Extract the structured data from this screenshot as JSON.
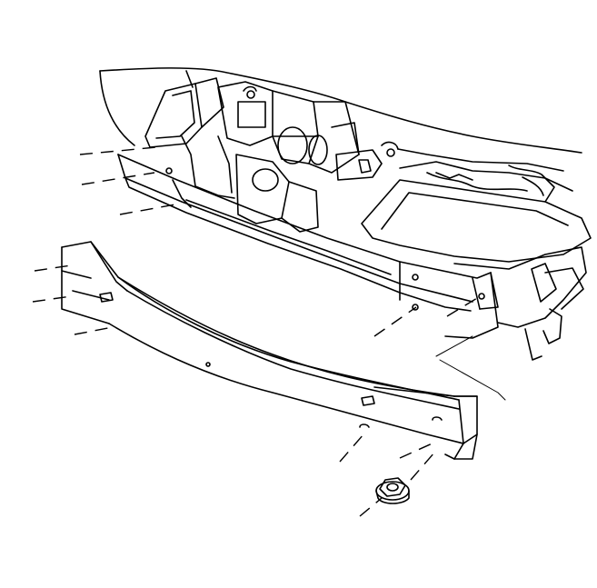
{
  "diagram": {
    "colors": {
      "line": "#000000",
      "background": "#ffffff"
    },
    "stroke": {
      "main": 1.6,
      "detail": 1.0,
      "dash": 1.4
    }
  }
}
